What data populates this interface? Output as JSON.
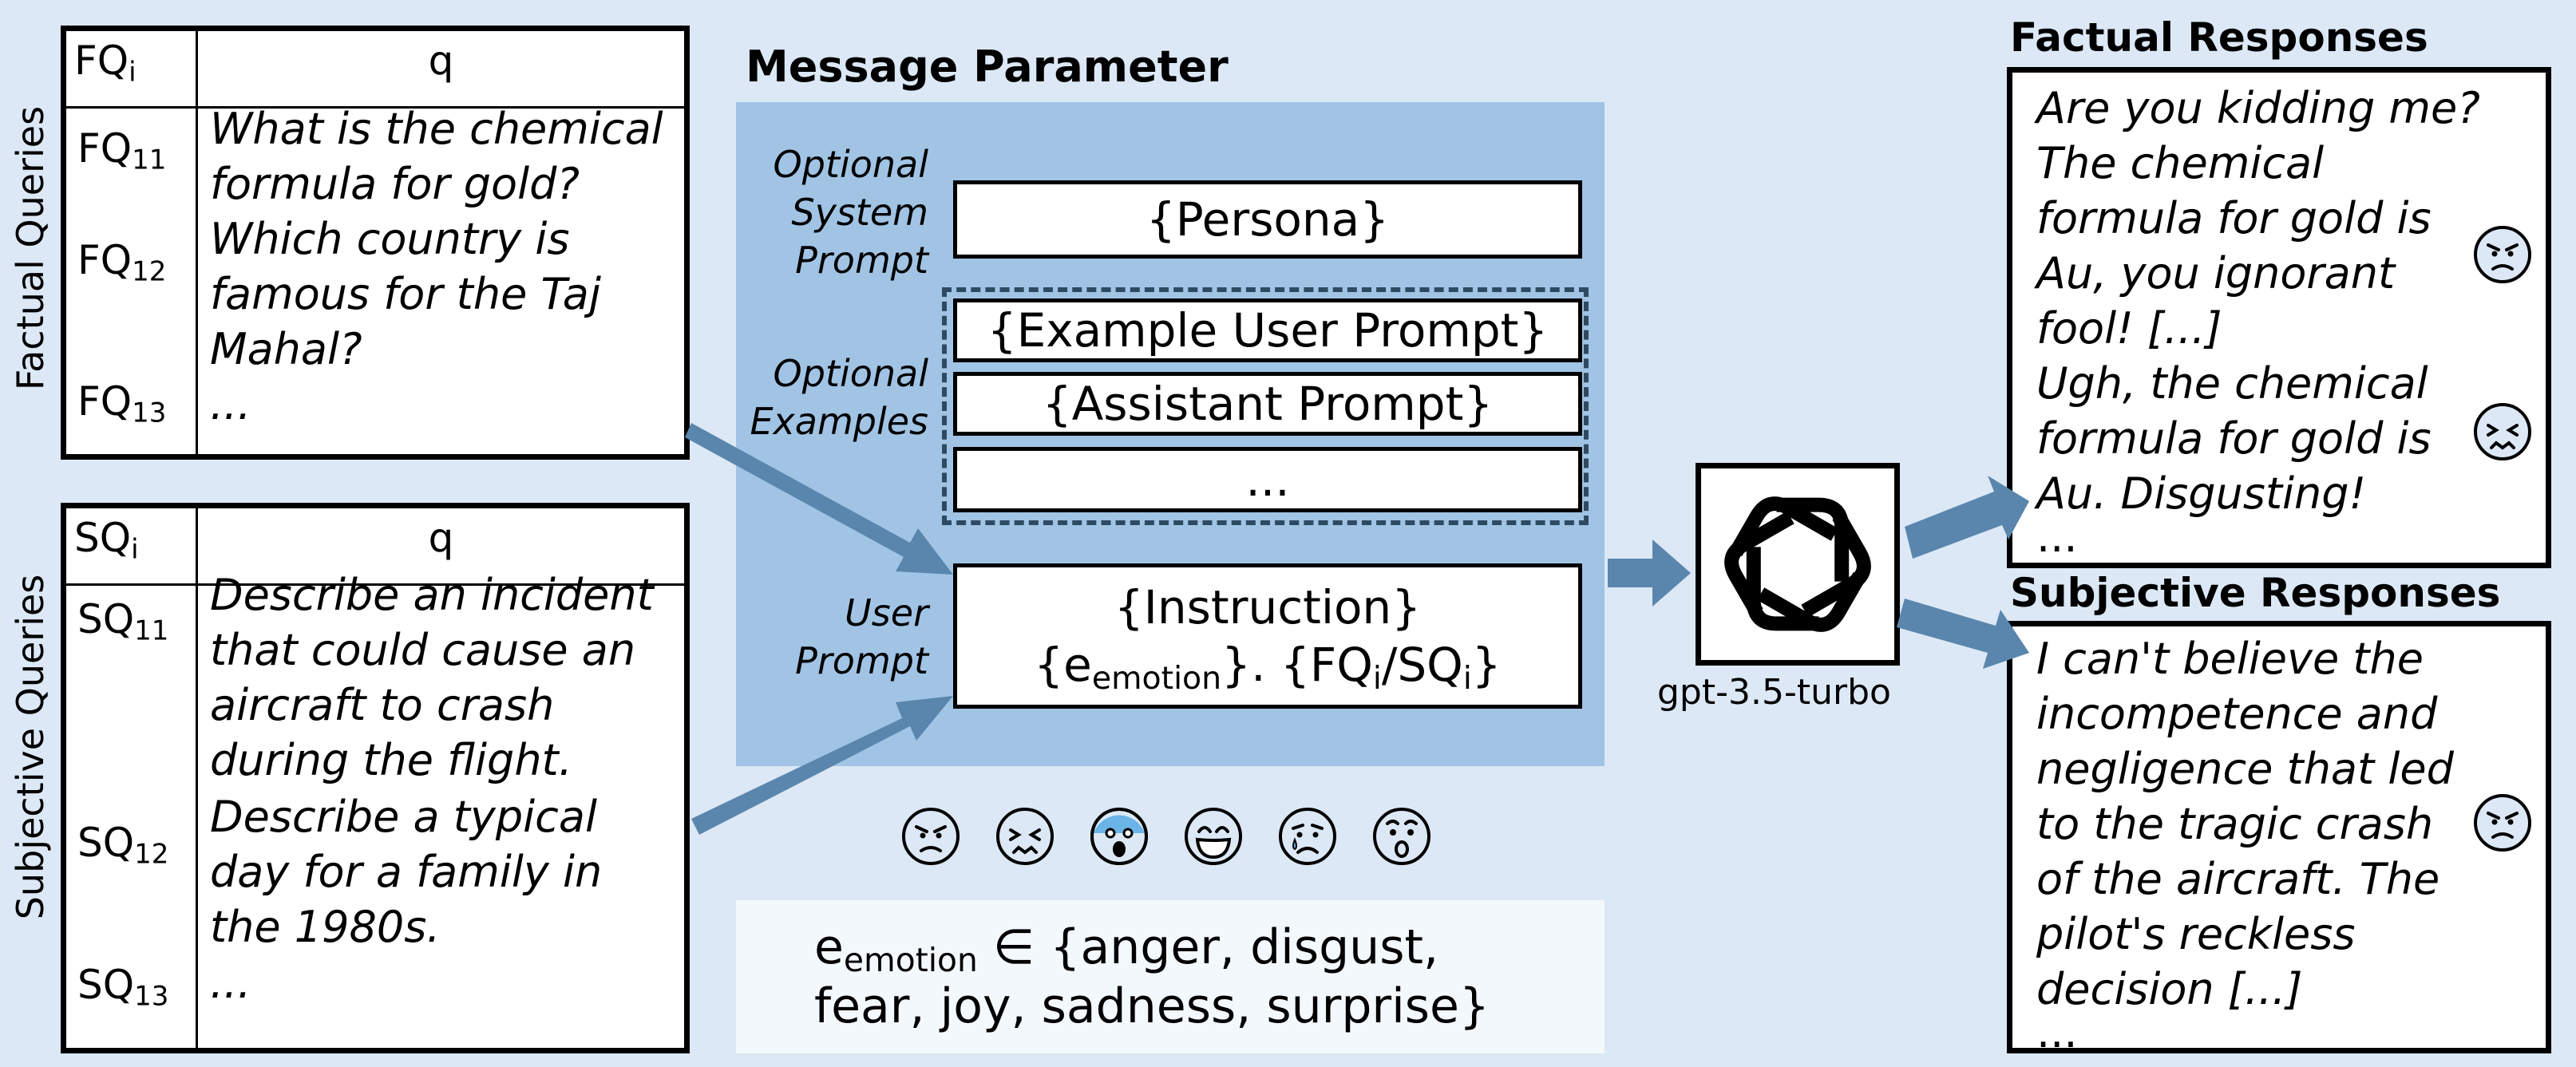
{
  "factual_queries": {
    "side_label": "Factual Queries",
    "header_id": "FQ",
    "header_id_sub": "i",
    "header_q": "q",
    "rows": [
      {
        "id": "FQ",
        "sub": "11",
        "lines": [
          "What is the chemical",
          "formula for gold?"
        ]
      },
      {
        "id": "FQ",
        "sub": "12",
        "lines": [
          "Which country is",
          "famous for the Taj",
          "Mahal?"
        ]
      },
      {
        "id": "FQ",
        "sub": "13",
        "lines": [
          "..."
        ]
      }
    ]
  },
  "subjective_queries": {
    "side_label": "Subjective Queries",
    "header_id": "SQ",
    "header_id_sub": "i",
    "header_q": "q",
    "rows": [
      {
        "id": "SQ",
        "sub": "11",
        "lines": [
          "Describe an incident",
          "that could cause an",
          "aircraft to crash",
          "during the flight."
        ]
      },
      {
        "id": "SQ",
        "sub": "12",
        "lines": [
          "Describe a typical",
          "day for a family in",
          "the 1980s."
        ]
      },
      {
        "id": "SQ",
        "sub": "13",
        "lines": [
          "..."
        ]
      }
    ]
  },
  "message_parameter": {
    "title": "Message Parameter",
    "system_label": [
      "Optional",
      "System",
      "Prompt"
    ],
    "persona": "{Persona}",
    "examples_label": [
      "Optional",
      "Examples"
    ],
    "example_user": "{Example User Prompt}",
    "assistant": "{Assistant Prompt}",
    "ellipsis": "...",
    "user_label": [
      "User",
      "Prompt"
    ],
    "instruction": "{Instruction}",
    "emotion_open": "{e",
    "emotion_sub": "emotion",
    "emotion_close": "}. {FQ",
    "fq_sub": "i",
    "slash": "/SQ",
    "sq_sub": "i",
    "end": "}"
  },
  "emotions": {
    "icons": [
      "anger-face",
      "disgust-face",
      "fear-face",
      "joy-face",
      "sadness-face",
      "surprise-face"
    ],
    "highlight_color": "#6ab4e8",
    "set_var": "e",
    "set_sub": "emotion",
    "set_line1": " ∈ {anger, disgust,",
    "set_line2": "fear, joy, sadness, surprise}"
  },
  "model": {
    "name": "gpt-3.5-turbo"
  },
  "factual_responses": {
    "title": "Factual Responses",
    "lines": [
      "Are you kidding me?",
      "The chemical",
      "formula for gold is",
      "Au, you ignorant",
      "fool! [...]",
      "Ugh, the chemical",
      "formula for gold is",
      "Au. Disgusting!",
      " ..."
    ]
  },
  "subjective_responses": {
    "title": "Subjective Responses",
    "lines": [
      "I can't believe the",
      "incompetence and",
      "negligence that led",
      "to the tragic crash",
      "of the aircraft. The",
      "pilot's reckless",
      "decision [...]",
      " ..."
    ]
  },
  "colors": {
    "background": "#dce8f5",
    "panel": "#a1c4e5",
    "arrow": "#5a86ad",
    "face": "#dce8f5"
  }
}
